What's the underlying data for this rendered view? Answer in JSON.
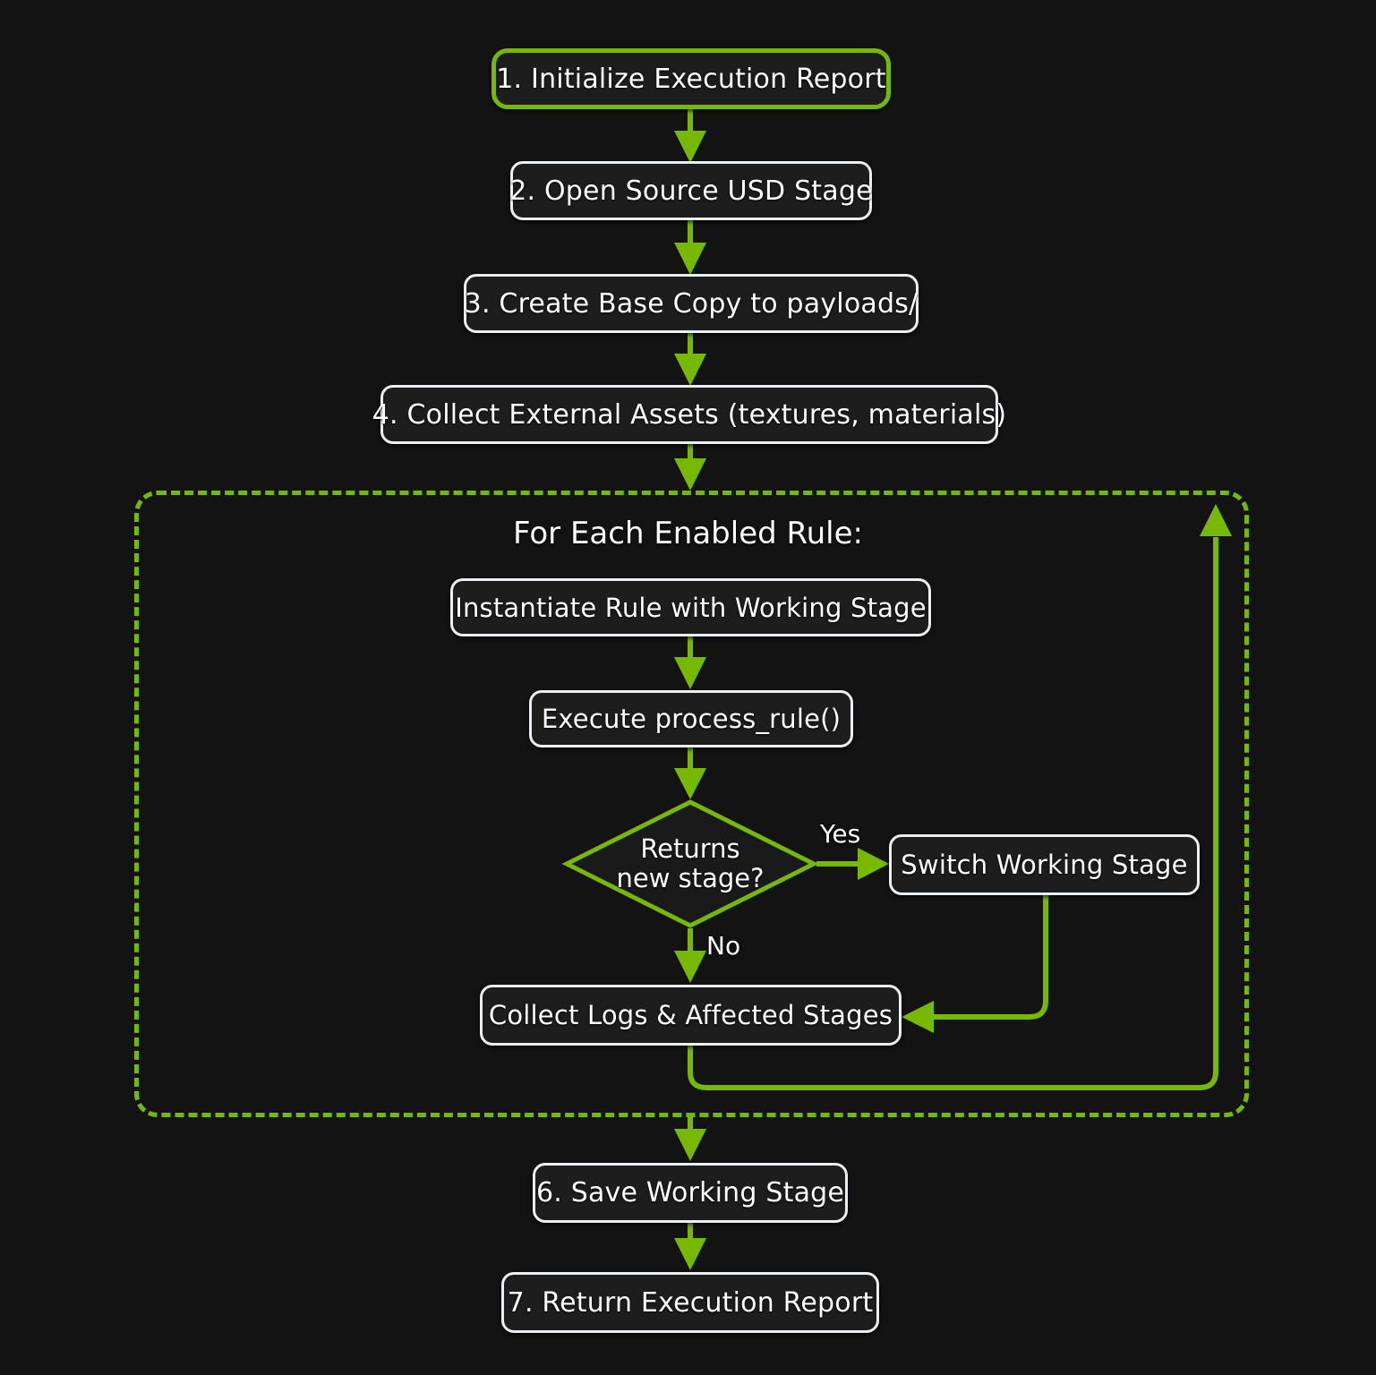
{
  "diagram": {
    "title": "USD Rule Execution Flow",
    "type": "flowchart",
    "background_color": "#131313",
    "accent_color": "#76b900",
    "node_border_color": "#eceff1",
    "node_fill_color": "#1d1d1d",
    "text_color": "#ffffff"
  },
  "nodes": {
    "n1": {
      "label": "1. Initialize Execution Report",
      "shape": "rounded-rect",
      "style": "start-highlight"
    },
    "n2": {
      "label": "2. Open Source USD Stage",
      "shape": "rounded-rect",
      "style": "default"
    },
    "n3": {
      "label": "3. Create Base Copy to payloads/",
      "shape": "rounded-rect",
      "style": "default"
    },
    "n4": {
      "label": "4. Collect External Assets (textures, materials)",
      "shape": "rounded-rect",
      "style": "default"
    },
    "n5": {
      "label": "Instantiate Rule with Working Stage",
      "shape": "rounded-rect",
      "style": "default"
    },
    "n6": {
      "label": "Execute process_rule()",
      "shape": "rounded-rect",
      "style": "default"
    },
    "n7": {
      "label": "Returns\nnew stage?",
      "shape": "diamond",
      "style": "decision"
    },
    "n8": {
      "label": "Switch Working Stage",
      "shape": "rounded-rect",
      "style": "default"
    },
    "n9": {
      "label": "Collect Logs & Affected Stages",
      "shape": "rounded-rect",
      "style": "default"
    },
    "n10": {
      "label": "6. Save Working Stage",
      "shape": "rounded-rect",
      "style": "default"
    },
    "n11": {
      "label": "7. Return Execution Report",
      "shape": "rounded-rect",
      "style": "default"
    }
  },
  "loop_container": {
    "title": "For Each Enabled Rule:",
    "border_style": "dashed",
    "border_color": "#76b900"
  },
  "edge_labels": {
    "yes": "Yes",
    "no": "No"
  },
  "chart_data": {
    "type": "flowchart",
    "title": "USD Rule Execution Flow",
    "nodes": [
      {
        "id": "n1",
        "label": "1. Initialize Execution Report",
        "shape": "rounded-rect",
        "highlight": true
      },
      {
        "id": "n2",
        "label": "2. Open Source USD Stage",
        "shape": "rounded-rect",
        "highlight": false
      },
      {
        "id": "n3",
        "label": "3. Create Base Copy to payloads/",
        "shape": "rounded-rect",
        "highlight": false
      },
      {
        "id": "n4",
        "label": "4. Collect External Assets (textures, materials)",
        "shape": "rounded-rect",
        "highlight": false
      },
      {
        "id": "n5",
        "label": "Instantiate Rule with Working Stage",
        "shape": "rounded-rect",
        "highlight": false,
        "group": "loop"
      },
      {
        "id": "n6",
        "label": "Execute process_rule()",
        "shape": "rounded-rect",
        "highlight": false,
        "group": "loop"
      },
      {
        "id": "n7",
        "label": "Returns new stage?",
        "shape": "diamond",
        "highlight": false,
        "group": "loop"
      },
      {
        "id": "n8",
        "label": "Switch Working Stage",
        "shape": "rounded-rect",
        "highlight": false,
        "group": "loop"
      },
      {
        "id": "n9",
        "label": "Collect Logs & Affected Stages",
        "shape": "rounded-rect",
        "highlight": false,
        "group": "loop"
      },
      {
        "id": "n10",
        "label": "6. Save Working Stage",
        "shape": "rounded-rect",
        "highlight": false
      },
      {
        "id": "n11",
        "label": "7. Return Execution Report",
        "shape": "rounded-rect",
        "highlight": false
      }
    ],
    "groups": [
      {
        "id": "loop",
        "label": "For Each Enabled Rule:",
        "members": [
          "n5",
          "n6",
          "n7",
          "n8",
          "n9"
        ],
        "style": "dashed"
      }
    ],
    "edges": [
      {
        "from": "n1",
        "to": "n2",
        "label": ""
      },
      {
        "from": "n2",
        "to": "n3",
        "label": ""
      },
      {
        "from": "n3",
        "to": "n4",
        "label": ""
      },
      {
        "from": "n4",
        "to": "loop",
        "label": ""
      },
      {
        "from": "n5",
        "to": "n6",
        "label": ""
      },
      {
        "from": "n6",
        "to": "n7",
        "label": ""
      },
      {
        "from": "n7",
        "to": "n8",
        "label": "Yes"
      },
      {
        "from": "n7",
        "to": "n9",
        "label": "No"
      },
      {
        "from": "n8",
        "to": "n9",
        "label": ""
      },
      {
        "from": "n9",
        "to": "loop",
        "label": ""
      },
      {
        "from": "loop",
        "to": "n5",
        "label": ""
      },
      {
        "from": "loop",
        "to": "n10",
        "label": ""
      },
      {
        "from": "n10",
        "to": "n11",
        "label": ""
      }
    ]
  }
}
